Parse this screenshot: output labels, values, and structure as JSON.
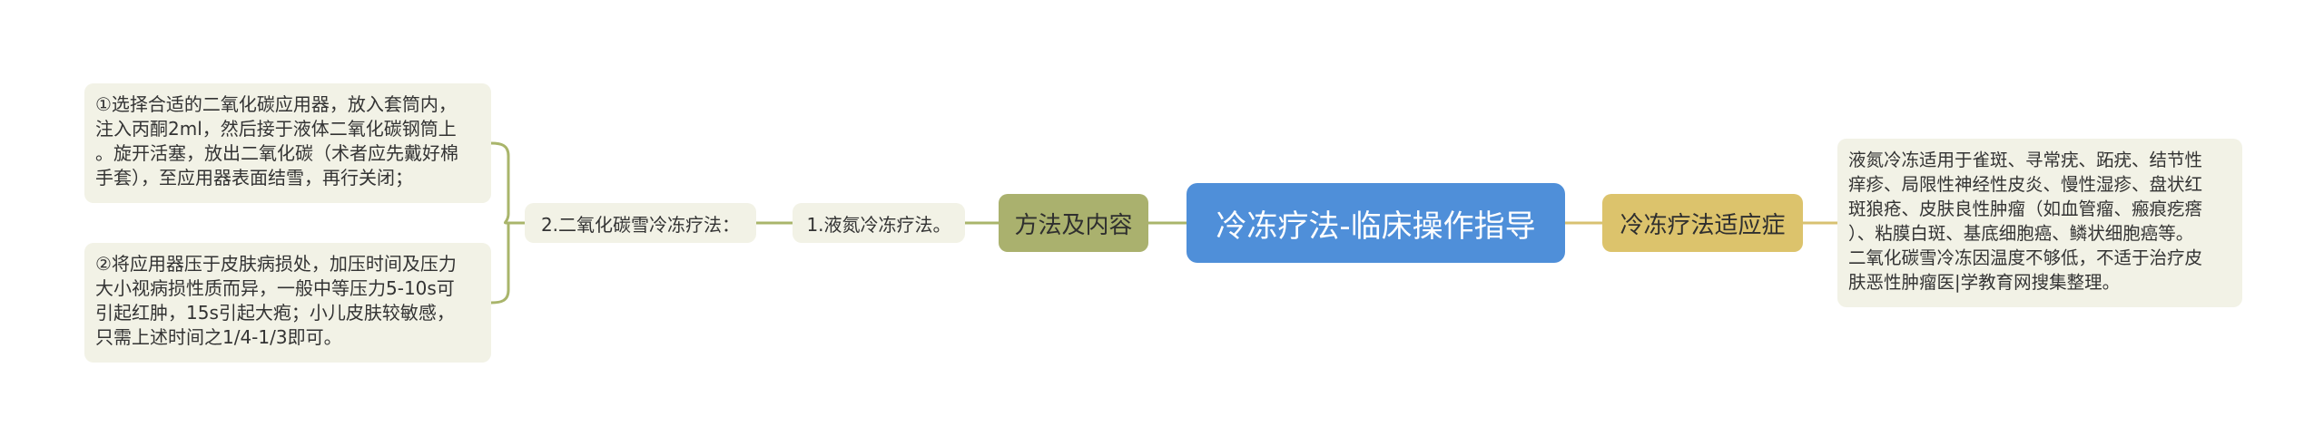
{
  "central": {
    "title": "冷冻疗法-临床操作指导"
  },
  "branches": {
    "left": {
      "label": "方法及内容"
    },
    "right": {
      "label": "冷冻疗法适应症"
    }
  },
  "method": {
    "item1": "1.液氮冷冻疗法。",
    "item2": "2.二氧化碳雪冷冻疗法：",
    "details": [
      "①选择合适的二氧化碳应用器，放入套筒内，\n注入丙酮2ml，然后接于液体二氧化碳钢筒上\n。旋开活塞，放出二氧化碳（术者应先戴好棉\n手套），至应用器表面结雪，再行关闭；",
      "②将应用器压于皮肤病损处，加压时间及压力\n大小视病损性质而异，一般中等压力5-10s可\n引起红肿，15s引起大疱；小儿皮肤较敏感，\n只需上述时间之1/4-1/3即可。"
    ]
  },
  "indications": {
    "text": "液氮冷冻适用于雀斑、寻常疣、跖疣、结节性\n痒疹、局限性神经性皮炎、慢性湿疹、盘状红\n斑狼疮、皮肤良性肿瘤（如血管瘤、瘢痕疙瘩\n）、粘膜白斑、基底细胞癌、鳞状细胞癌等。\n二氧化碳雪冷冻因温度不够低，不适于治疗皮\n肤恶性肿瘤医|学教育网搜集整理。"
  },
  "colors": {
    "central": "#4f8fd9",
    "left_branch": "#aab16e",
    "right_branch": "#dcc36c",
    "leaf_bg": "#f2f2e6",
    "left_line": "#a9b56b",
    "right_line": "#d8c171"
  }
}
